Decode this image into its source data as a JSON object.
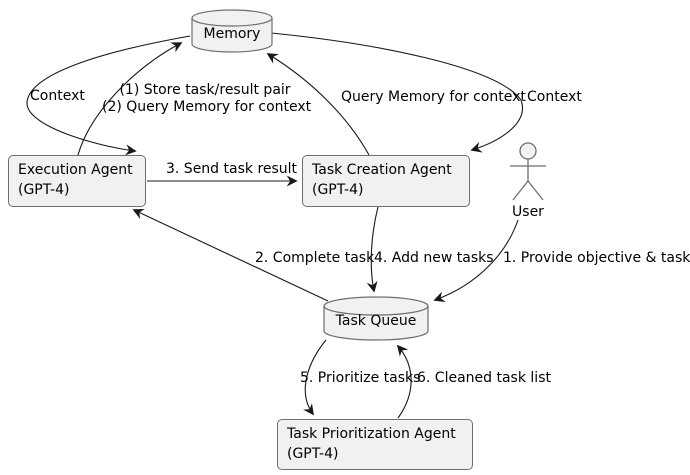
{
  "diagram": {
    "type": "agent-architecture-flow",
    "nodes": {
      "memory": {
        "label": "Memory",
        "shape": "database-cylinder"
      },
      "execution_agent": {
        "label": "Execution Agent",
        "sublabel": "(GPT-4)",
        "shape": "rounded-box"
      },
      "task_creation_agent": {
        "label": "Task Creation Agent",
        "sublabel": "(GPT-4)",
        "shape": "rounded-box"
      },
      "user": {
        "label": "User",
        "shape": "actor-stick-figure"
      },
      "task_queue": {
        "label": "Task Queue",
        "shape": "database-cylinder"
      },
      "task_prioritization_agent": {
        "label": "Task Prioritization Agent",
        "sublabel": "(GPT-4)",
        "shape": "rounded-box"
      }
    },
    "edges": {
      "memory_to_execution_agent": {
        "from": "Memory",
        "to": "Execution Agent",
        "label": "Context"
      },
      "execution_agent_to_memory": {
        "from": "Execution Agent",
        "to": "Memory",
        "lines": [
          "(1) Store task/result pair",
          "(2) Query Memory for context"
        ]
      },
      "task_creation_agent_to_memory": {
        "from": "Task Creation Agent",
        "to": "Memory",
        "label": "Query Memory for context"
      },
      "memory_to_task_creation_agent": {
        "from": "Memory",
        "to": "Task Creation Agent",
        "label": "Context"
      },
      "execution_agent_to_task_creation_agent": {
        "from": "Execution Agent",
        "to": "Task Creation Agent",
        "label": "3. Send task result"
      },
      "task_queue_to_execution_agent": {
        "from": "Task Queue",
        "to": "Execution Agent",
        "label": "2. Complete task"
      },
      "task_creation_agent_to_task_queue": {
        "from": "Task Creation Agent",
        "to": "Task Queue",
        "label": "4. Add new tasks"
      },
      "user_to_task_queue": {
        "from": "User",
        "to": "Task Queue",
        "label": "1. Provide objective & task"
      },
      "task_queue_to_task_prioritization_agent": {
        "from": "Task Queue",
        "to": "Task Prioritization Agent",
        "label": "5. Prioritize tasks"
      },
      "task_prioritization_agent_to_task_queue": {
        "from": "Task Prioritization Agent",
        "to": "Task Queue",
        "label": "6. Cleaned task list"
      }
    },
    "colors": {
      "background": "#ffffff",
      "node_fill": "#f1f1f1",
      "node_border": "#6e6e6e",
      "arrow": "#181818",
      "text": "#000000"
    }
  }
}
